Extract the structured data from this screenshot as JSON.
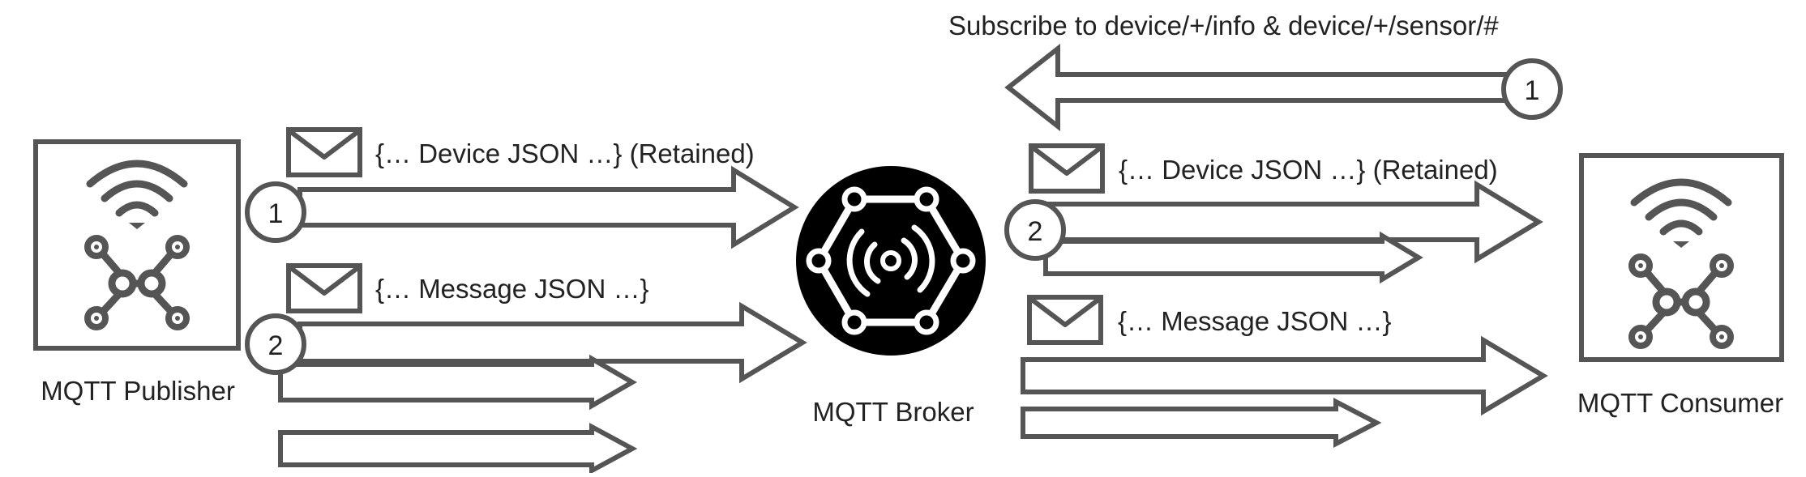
{
  "nodes": {
    "publisher": {
      "label": "MQTT Publisher",
      "icon": "iot-device-icon"
    },
    "broker": {
      "label": "MQTT Broker",
      "icon": "broker-hub-icon"
    },
    "consumer": {
      "label": "MQTT Consumer",
      "icon": "iot-device-icon"
    }
  },
  "subscribe": {
    "label": "Subscribe to device/+/info & device/+/sensor/#",
    "step": "1"
  },
  "publisher_flows": {
    "device": {
      "step": "1",
      "label": "{… Device JSON …} (Retained)",
      "icon": "envelope-icon"
    },
    "message": {
      "step": "2",
      "label": "{… Message JSON …}",
      "icon": "envelope-icon"
    }
  },
  "consumer_flows": {
    "device": {
      "step": "2",
      "label": "{… Device JSON …} (Retained)",
      "icon": "envelope-icon"
    },
    "message": {
      "label": "{… Message JSON …}",
      "icon": "envelope-icon"
    }
  },
  "colors": {
    "stroke": "#555555",
    "text": "#222222",
    "broker_fill": "#000000"
  }
}
